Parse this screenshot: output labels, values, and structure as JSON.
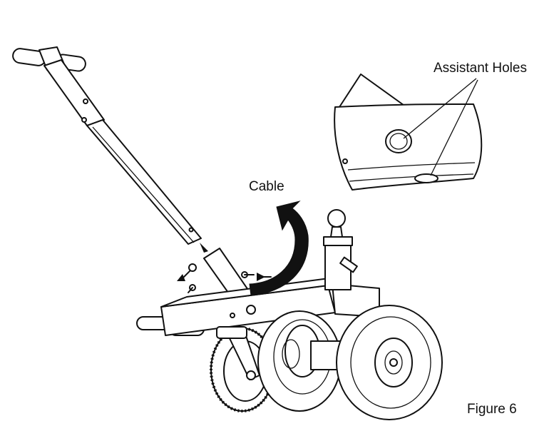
{
  "labels": {
    "assistant_holes": "Assistant Holes",
    "cable": "Cable",
    "figure": "Figure 6"
  }
}
